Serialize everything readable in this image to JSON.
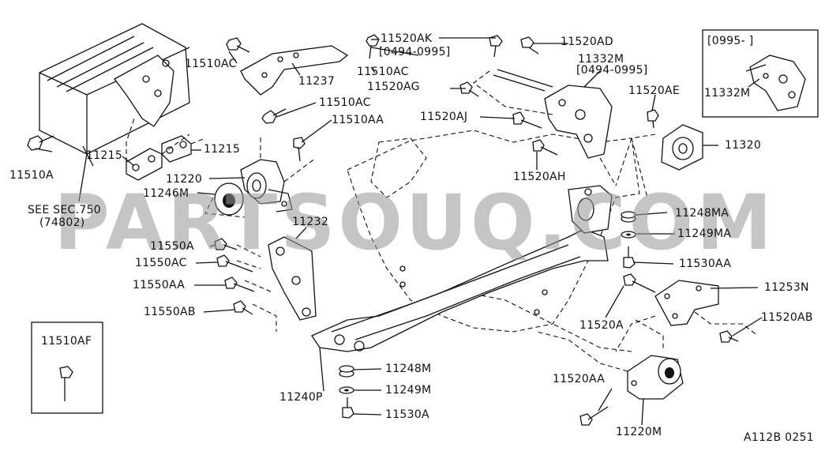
{
  "watermark": "PARTSOUQ.COM",
  "labels": {
    "l_11510AC_a": "11510AC",
    "l_11237": "11237",
    "l_11520AK": "11520AK",
    "l_range1": "[0494-0995]",
    "l_11510AC_b": "11510AC",
    "l_11520AG": "11520AG",
    "l_11520AD": "11520AD",
    "l_11332M_a": "11332M",
    "l_range2": "[0494-0995]",
    "l_inset_range": "[0995-     ]",
    "l_11332M_b": "11332M",
    "l_11520AE": "11520AE",
    "l_11510AC_c": "11510AC",
    "l_11510AA": "11510AA",
    "l_11520AJ": "11520AJ",
    "l_11215_a": "11215",
    "l_11215_b": "11215",
    "l_11510A": "11510A",
    "l_11220": "11220",
    "l_11246M": "11246M",
    "l_11520AH": "11520AH",
    "l_11320": "11320",
    "l_see_sec": "SEE SEC.750",
    "l_74802": "(74802)",
    "l_11248MA": "11248MA",
    "l_11249MA": "11249MA",
    "l_11232": "11232",
    "l_11550A": "11550A",
    "l_11550AC": "11550AC",
    "l_11530AA": "11530AA",
    "l_11550AA": "11550AA",
    "l_11253N": "11253N",
    "l_11550AB": "11550AB",
    "l_11520A": "11520A",
    "l_11520AB": "11520AB",
    "l_11510AF": "11510AF",
    "l_11248M": "11248M",
    "l_11249M": "11249M",
    "l_11520AA": "11520AA",
    "l_11240P": "11240P",
    "l_11530A": "11530A",
    "l_11220M": "11220M",
    "l_fig_code": "A112B 0251"
  }
}
